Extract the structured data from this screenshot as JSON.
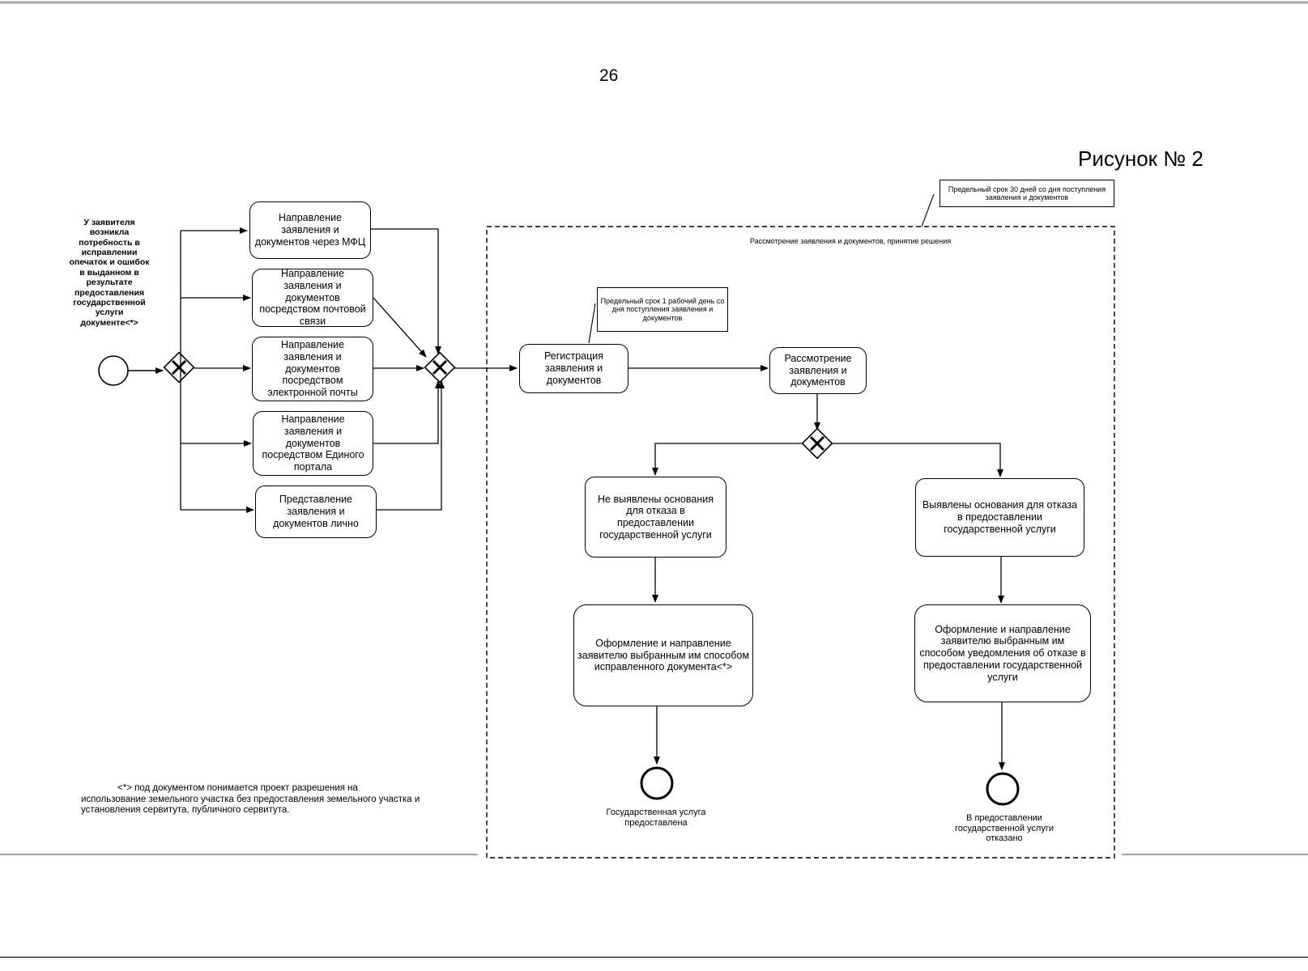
{
  "page_number": "26",
  "figure_title": "Рисунок № 2",
  "start_label": "У заявителя возникла потребность в исправлении опечаток и ошибок в выданном в результате предоставления государственной услуги документе<*>",
  "channels": [
    "Направление заявления и документов через МФЦ",
    "Направление заявления и документов посредством почтовой связи",
    "Направление заявления и документов посредством электронной почты",
    "Направление заявления и документов посредством Единого портала",
    "Представление заявления и документов лично"
  ],
  "stage_title": "Рассмотрение заявления и документов, принятие решения",
  "note_30_days": "Предельный срок 30 дней со дня поступления заявления и документов",
  "note_1_day": "Предельный срок 1 рабочий день со дня поступления заявления и документов",
  "registration": "Регистрация заявления и документов",
  "review": "Рассмотрение заявления и документов",
  "no_grounds": "Не выявлены основания для отказа в предоставлении государственной услуги",
  "grounds": "Выявлены основания для отказа в предоставлении государственной услуги",
  "issue_doc": "Оформление и направление заявителю выбранным им способом исправленного документа<*>",
  "issue_refusal": "Оформление и направление заявителю выбранным им способом уведомления об отказе в предоставлении государственной услуги",
  "end_success": "Государственная услуга предоставлена",
  "end_refusal": "В предоставлении государственной услуги отказано",
  "footnote": "<*> под документом понимается проект разрешения на использование земельного участка без предоставления земельного участка и установления сервитута, публичного сервитута."
}
